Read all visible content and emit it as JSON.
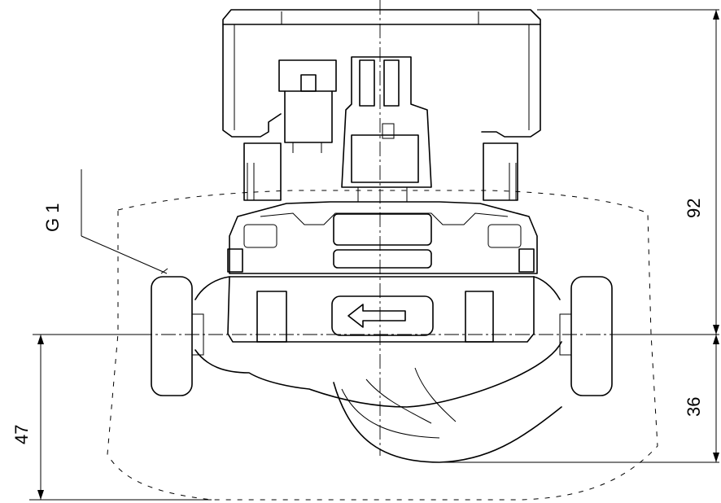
{
  "labels": {
    "thread": "G 1",
    "dim_total_height": "92",
    "dim_lower_height": "36",
    "dim_left_height": "47"
  }
}
